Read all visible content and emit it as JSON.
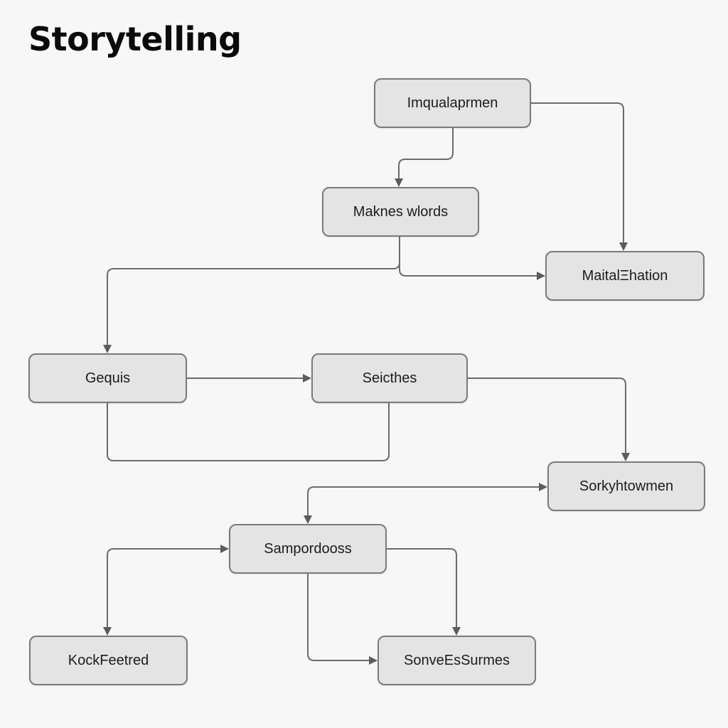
{
  "title": "Storytelling",
  "nodes": {
    "top": "Imqualaprmen",
    "makes": "Maknes wlords",
    "maital": "MaitalΞhation",
    "gequis": "Gequis",
    "seicthes": "Seicthes",
    "sorky": "Sorkyhtowmen",
    "sampor": "Sampordooss",
    "kock": "KockFeetred",
    "sonve": "SonveEsSurmes"
  },
  "colors": {
    "background": "#f7f7f7",
    "node_fill": "#e4e4e4",
    "node_border": "#7a7a7a",
    "connector": "#6b6b6b"
  }
}
